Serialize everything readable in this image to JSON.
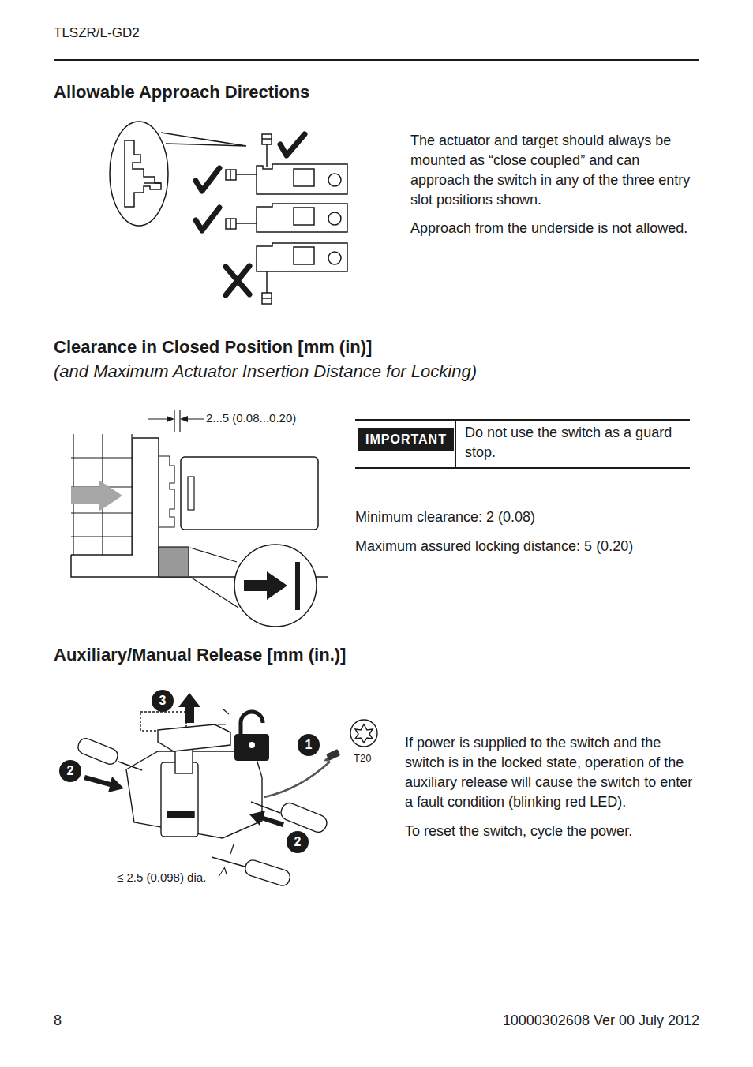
{
  "diagram": {
    "nodes": [
      {
        "text": [
          "IMPORTANT"
        ]
      },
      {
        "text": [
          "3"
        ]
      },
      {
        "text": [
          "1"
        ]
      },
      {
        "text": [
          "2"
        ]
      },
      {
        "text": [
          "2"
        ]
      }
    ],
    "labels": [
      "TLSZR/L-GD2",
      "Allowable Approach Directions",
      "The actuator and target should always be mounted as “close coupled” and can approach the switch in any of the three entry slot positions shown.",
      "Approach from the underside is not allowed.",
      "Clearance in Closed Position [mm (in)]",
      "(and Maximum Actuator Insertion Distance for Locking)",
      "2...5 (0.08...0.20)",
      "Do not use the switch as a guard stop.",
      "Minimum clearance: 2 (0.08)",
      "Maximum assured locking distance: 5 (0.20)",
      "Auxiliary/Manual Release [mm (in.)]",
      "T20",
      "≤ 2.5 (0.098) dia.",
      "If power is supplied to the switch and the switch is in the locked state, operation of the auxiliary release will cause the switch to enter a fault condition (blinking red LED).",
      "To reset the switch, cycle the power.",
      "8",
      "10000302608 Ver 00 July 2012"
    ]
  }
}
